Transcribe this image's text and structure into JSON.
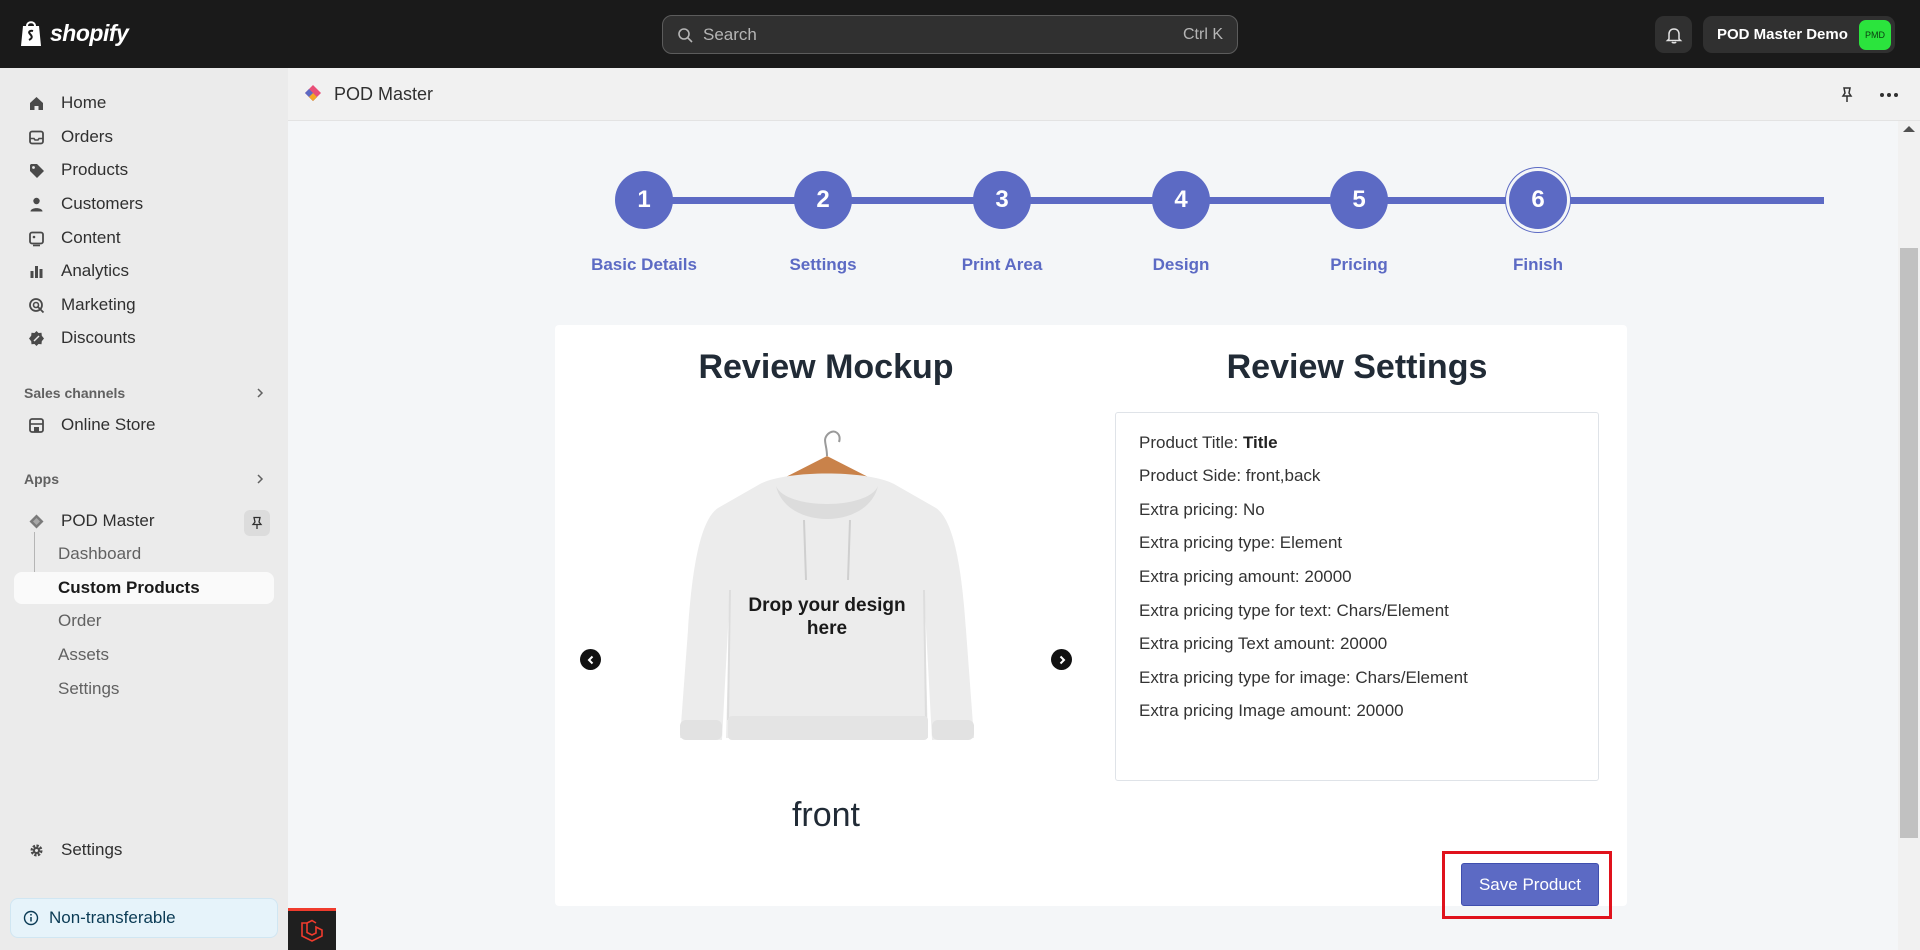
{
  "topbar": {
    "brand": "shopify",
    "search_placeholder": "Search",
    "search_shortcut": "Ctrl K",
    "store_name": "POD Master Demo",
    "avatar_initials": "PMD"
  },
  "sidebar": {
    "items": [
      {
        "label": "Home",
        "icon": "home-icon"
      },
      {
        "label": "Orders",
        "icon": "inbox-icon"
      },
      {
        "label": "Products",
        "icon": "tag-icon"
      },
      {
        "label": "Customers",
        "icon": "person-icon"
      },
      {
        "label": "Content",
        "icon": "content-icon"
      },
      {
        "label": "Analytics",
        "icon": "bar-chart-icon"
      },
      {
        "label": "Marketing",
        "icon": "target-icon"
      },
      {
        "label": "Discounts",
        "icon": "discount-icon"
      }
    ],
    "sales_channels_label": "Sales channels",
    "online_store": "Online Store",
    "apps_label": "Apps",
    "app_name": "POD Master",
    "app_sub_items": [
      "Dashboard",
      "Custom Products",
      "Order",
      "Assets",
      "Settings"
    ],
    "settings": "Settings",
    "non_transferable": "Non-transferable"
  },
  "appbar": {
    "title": "POD Master"
  },
  "steps": [
    {
      "number": "1",
      "label": "Basic Details"
    },
    {
      "number": "2",
      "label": "Settings"
    },
    {
      "number": "3",
      "label": "Print Area"
    },
    {
      "number": "4",
      "label": "Design"
    },
    {
      "number": "5",
      "label": "Pricing"
    },
    {
      "number": "6",
      "label": "Finish"
    }
  ],
  "review": {
    "mockup_title": "Review Mockup",
    "settings_title": "Review Settings",
    "drop_text": "Drop your design here",
    "side_name": "front",
    "settings": [
      {
        "label": "Product Title: ",
        "value": "Title"
      },
      {
        "label": "Product Side: ",
        "value": "front,back"
      },
      {
        "label": "Extra pricing: ",
        "value": "No"
      },
      {
        "label": "Extra pricing type: ",
        "value": "Element"
      },
      {
        "label": "Extra pricing amount: ",
        "value": "20000"
      },
      {
        "label": "Extra pricing type for text: ",
        "value": "Chars/Element"
      },
      {
        "label": "Extra pricing Text amount: ",
        "value": "20000"
      },
      {
        "label": "Extra pricing type for image: ",
        "value": "Chars/Element"
      },
      {
        "label": "Extra pricing Image amount: ",
        "value": "20000"
      }
    ],
    "save_button": "Save Product"
  },
  "colors": {
    "accent": "#5c6ac4",
    "highlight": "#e0121c",
    "topbar": "#1a1a1a"
  }
}
